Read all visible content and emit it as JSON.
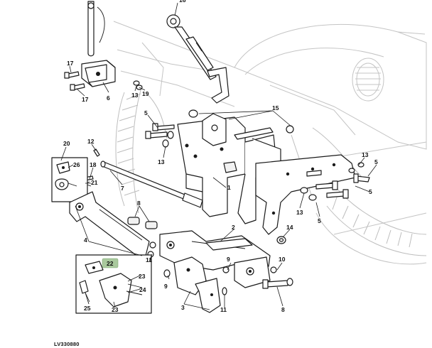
{
  "figure_id": "LV330880",
  "callouts": {
    "c1": "1",
    "c2": "2",
    "c3": "3",
    "c4": "4",
    "c5a": "5",
    "c5b": "5",
    "c5c": "5",
    "c5d": "5",
    "c6": "6",
    "c7": "7",
    "c8a": "8",
    "c8b": "8",
    "c9a": "9",
    "c9b": "9",
    "c10": "10",
    "c11a": "11",
    "c11b": "11",
    "c12": "12",
    "c13a": "13",
    "c13b": "13",
    "c13c": "13",
    "c13d": "13",
    "c14": "14",
    "c15": "15",
    "c16": "16",
    "c17a": "17",
    "c17b": "17",
    "c18": "18",
    "c19": "19",
    "c20": "20",
    "c21": "21",
    "c22": "22",
    "c23a": "23",
    "c23b": "23",
    "c24": "24",
    "c25": "25",
    "c26": "26"
  },
  "colors": {
    "highlight_badge": "#a9c99d",
    "line": "#1a1a1a",
    "background_art": "#c4c4c4"
  }
}
